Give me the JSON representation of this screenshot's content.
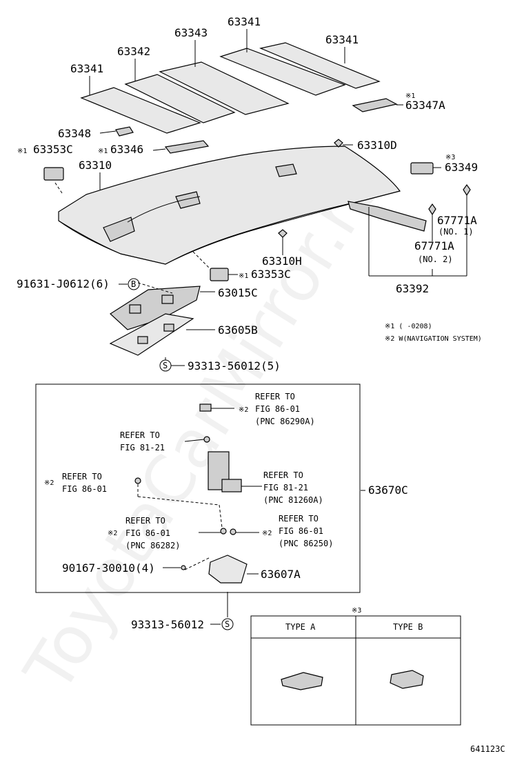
{
  "watermark": "ToyotaCarMirror.ru",
  "callouts": {
    "p63341_left": "63341",
    "p63342": "63342",
    "p63343": "63343",
    "p63341_mid": "63341",
    "p63341_right": "63341",
    "p63347A": "63347A",
    "p63347A_mark": "※1",
    "p63348": "63348",
    "p63353C_top": "63353C",
    "p63353C_top_mark": "※1",
    "p63346": "63346",
    "p63346_mark": "※1",
    "p63310D": "63310D",
    "p63310": "63310",
    "p63349": "63349",
    "p63349_mark": "※3",
    "p67771A_1": "67771A",
    "p67771A_1_sub": "(NO. 1)",
    "p67771A_2": "67771A",
    "p67771A_2_sub": "(NO. 2)",
    "p63310H": "63310H",
    "p63353C_bottom": "63353C",
    "p63353C_bottom_mark": "※1",
    "p63392": "63392",
    "p91631": "91631-J0612(6)",
    "p63015C": "63015C",
    "p63605B": "63605B",
    "p93313_top": "93313-56012(5)",
    "p63670C": "63670C",
    "p90167": "90167-30010(4)",
    "p63607A": "63607A",
    "p93313_bottom": "93313-56012",
    "marker_B": "B",
    "marker_S1": "S",
    "marker_S2": "S"
  },
  "notes": {
    "note1": "※1 (    -0208)",
    "note2": "※2 W(NAVIGATION SYSTEM)"
  },
  "refer_box": {
    "r1_mark": "※2",
    "r1_line1": "REFER TO",
    "r1_line2": "FIG 86-01",
    "r1_line3": "(PNC 86290A)",
    "r2_line1": "REFER TO",
    "r2_line2": "FIG 81-21",
    "r3_mark": "※2",
    "r3_line1": "REFER TO",
    "r3_line2": "FIG 86-01",
    "r4_line1": "REFER TO",
    "r4_line2": "FIG 81-21",
    "r4_line3": "(PNC 81260A)",
    "r5_mark": "※2",
    "r5_line1": "REFER TO",
    "r5_line2": "FIG 86-01",
    "r5_line3": "(PNC 86282)",
    "r6_mark": "※2",
    "r6_line1": "REFER TO",
    "r6_line2": "FIG 86-01",
    "r6_line3": "(PNC 86250)"
  },
  "type_table": {
    "mark": "※3",
    "col_a": "TYPE A",
    "col_b": "TYPE B"
  },
  "figure_id": "641123C"
}
